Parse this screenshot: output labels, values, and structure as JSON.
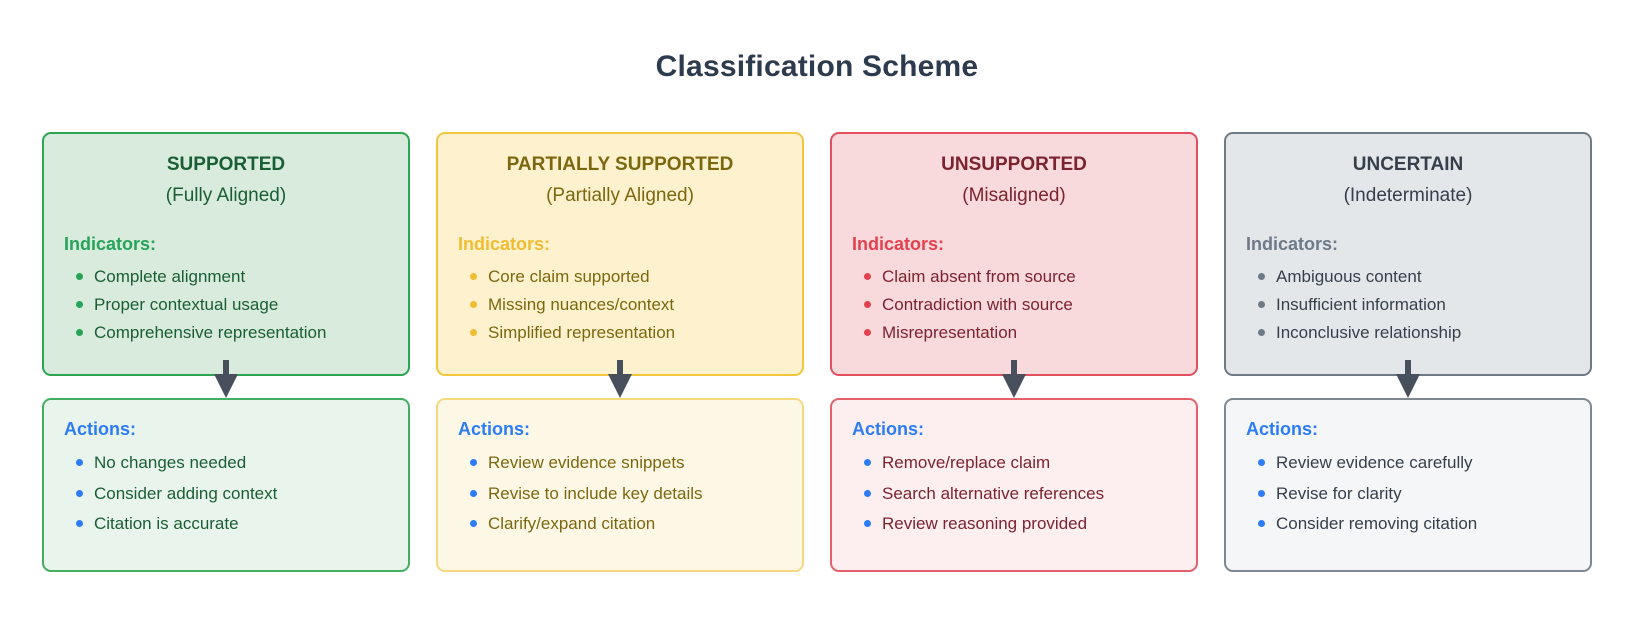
{
  "title": "Classification Scheme",
  "colors": {
    "title_text": "#2d3b4e",
    "actions_accent": "#2b7cf5",
    "arrow": "#47505c",
    "supported_accent": "#27a35a",
    "supported_border": "#2ca452",
    "supported_fill": "#d8ebdc",
    "partially_supported_accent": "#f0bc33",
    "partially_supported_border": "#f2c63f",
    "partially_supported_fill": "#fdf2cd",
    "unsupported_accent": "#e4414f",
    "unsupported_border": "#e0505f",
    "unsupported_fill": "#f8d9dc",
    "uncertain_accent": "#6d7a87",
    "uncertain_border": "#6e7a85",
    "uncertain_fill": "#e4e7ea"
  },
  "columns": [
    {
      "name": "SUPPORTED",
      "qualifier": "(Fully Aligned)",
      "indicators_label": "Indicators:",
      "indicators": [
        "Complete alignment",
        "Proper contextual usage",
        "Comprehensive representation"
      ],
      "actions_label": "Actions:",
      "actions": [
        "No changes needed",
        "Consider adding context",
        "Citation is accurate"
      ]
    },
    {
      "name": "PARTIALLY SUPPORTED",
      "qualifier": "(Partially Aligned)",
      "indicators_label": "Indicators:",
      "indicators": [
        "Core claim supported",
        "Missing nuances/context",
        "Simplified representation"
      ],
      "actions_label": "Actions:",
      "actions": [
        "Review evidence snippets",
        "Revise to include key details",
        "Clarify/expand citation"
      ]
    },
    {
      "name": "UNSUPPORTED",
      "qualifier": "(Misaligned)",
      "indicators_label": "Indicators:",
      "indicators": [
        "Claim absent from source",
        "Contradiction with source",
        "Misrepresentation"
      ],
      "actions_label": "Actions:",
      "actions": [
        "Remove/replace claim",
        "Search alternative references",
        "Review reasoning provided"
      ]
    },
    {
      "name": "UNCERTAIN",
      "qualifier": "(Indeterminate)",
      "indicators_label": "Indicators:",
      "indicators": [
        "Ambiguous content",
        "Insufficient information",
        "Inconclusive relationship"
      ],
      "actions_label": "Actions:",
      "actions": [
        "Review evidence carefully",
        "Revise for clarity",
        "Consider removing citation"
      ]
    }
  ]
}
